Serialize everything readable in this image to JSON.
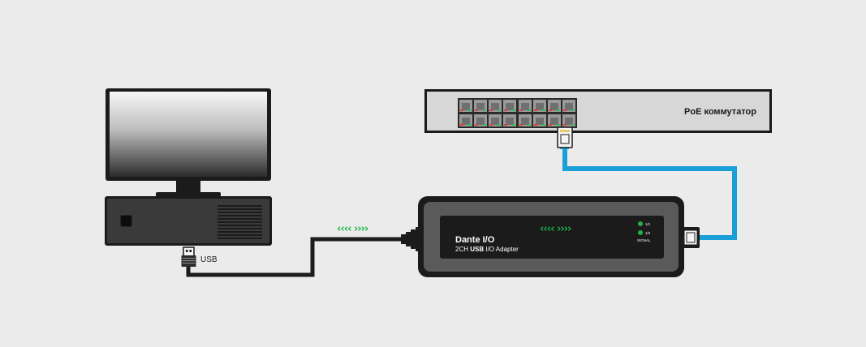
{
  "switch": {
    "label": "PoE коммутатор",
    "ports_per_bank_row": 4,
    "banks": 2,
    "rows": 2
  },
  "adapter": {
    "title": "Dante I/O",
    "subtitle_prefix": "2CH ",
    "subtitle_bold": "USB",
    "subtitle_suffix": " I/O Adapter",
    "arrows": "‹‹‹‹ ››››",
    "led1_label": "1/1",
    "led2_label": "1/2",
    "signal_label": "SIGNAL"
  },
  "usb_cable": {
    "label": "USB",
    "arrows": "‹‹‹‹ ››››"
  },
  "colors": {
    "background": "#ebebeb",
    "network_cable": "#1a9fd6",
    "usb_cable": "#1c1c1c",
    "arrow_green": "#19b34a",
    "led_green": "#22b04b",
    "device_dark": "#1b1b1b",
    "device_frame": "#555555",
    "switch_body": "#d7d7d7"
  }
}
